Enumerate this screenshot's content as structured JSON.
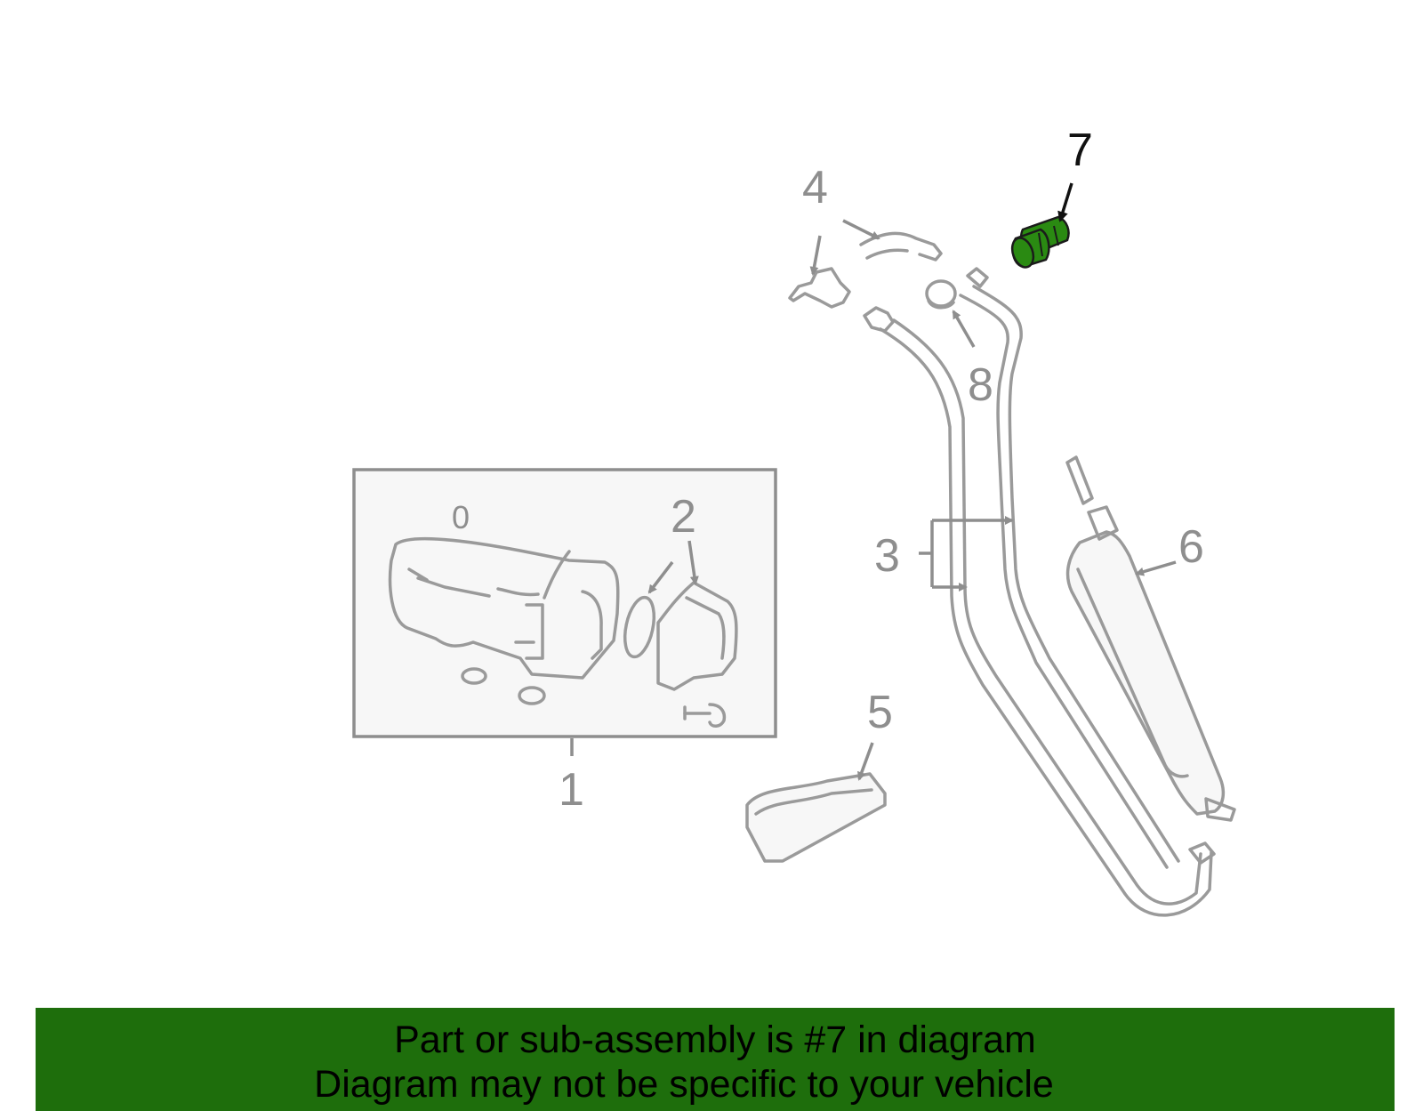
{
  "callouts": [
    {
      "id": "1",
      "label": "1"
    },
    {
      "id": "2",
      "label": "2"
    },
    {
      "id": "3",
      "label": "3"
    },
    {
      "id": "4",
      "label": "4"
    },
    {
      "id": "5",
      "label": "5"
    },
    {
      "id": "6",
      "label": "6"
    },
    {
      "id": "7",
      "label": "7"
    },
    {
      "id": "8",
      "label": "8"
    },
    {
      "id": "0",
      "label": "0"
    }
  ],
  "highlighted_part": "7",
  "colors": {
    "highlight_part": "#2a8a12",
    "banner_bg": "#1e6e0c",
    "line_gray": "#9a9a9a"
  },
  "banner": {
    "line1": "Part or sub-assembly is #7 in diagram",
    "line2": "Diagram may not be specific to your vehicle"
  }
}
